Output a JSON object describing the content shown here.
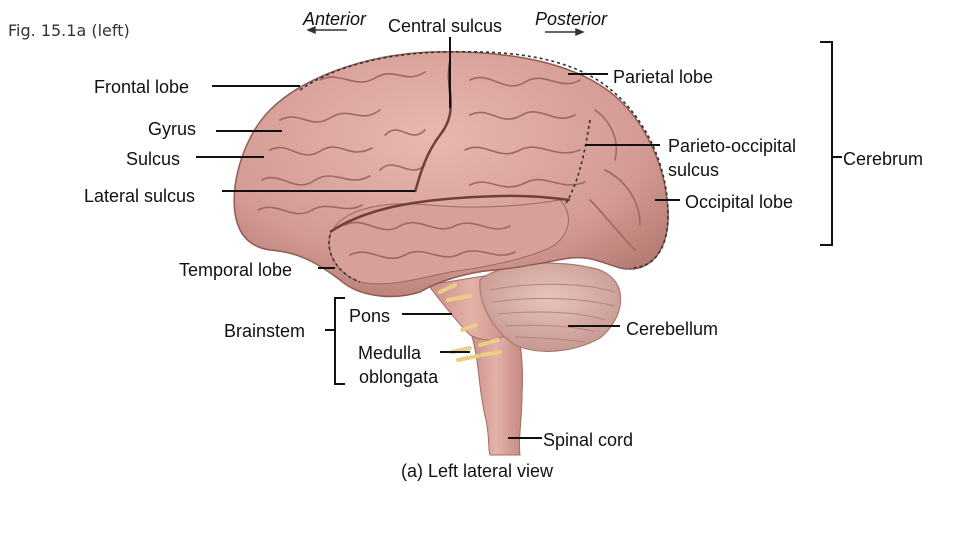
{
  "figure_caption": "Fig. 15.1a (left)",
  "direction": {
    "anterior": "Anterior",
    "central_sulcus": "Central sulcus",
    "posterior": "Posterior"
  },
  "labels": {
    "frontal_lobe": "Frontal lobe",
    "gyrus": "Gyrus",
    "sulcus": "Sulcus",
    "lateral_sulcus": "Lateral sulcus",
    "temporal_lobe": "Temporal lobe",
    "brainstem": "Brainstem",
    "pons": "Pons",
    "medulla": "Medulla",
    "oblongata": "oblongata",
    "parietal_lobe": "Parietal lobe",
    "parieto_occipital": "Parieto-occipital",
    "parieto_occipital_2": "sulcus",
    "cerebrum": "Cerebrum",
    "occipital_lobe": "Occipital lobe",
    "cerebellum": "Cerebellum",
    "spinal_cord": "Spinal cord"
  },
  "view_caption": "(a) Left lateral view",
  "colors": {
    "brain": "#d9a39c",
    "brain_dark": "#a8706a",
    "cerebellum": "#d8b3ac",
    "stem": "#d6a49a",
    "nerve": "#f0d690",
    "line": "#111111"
  }
}
